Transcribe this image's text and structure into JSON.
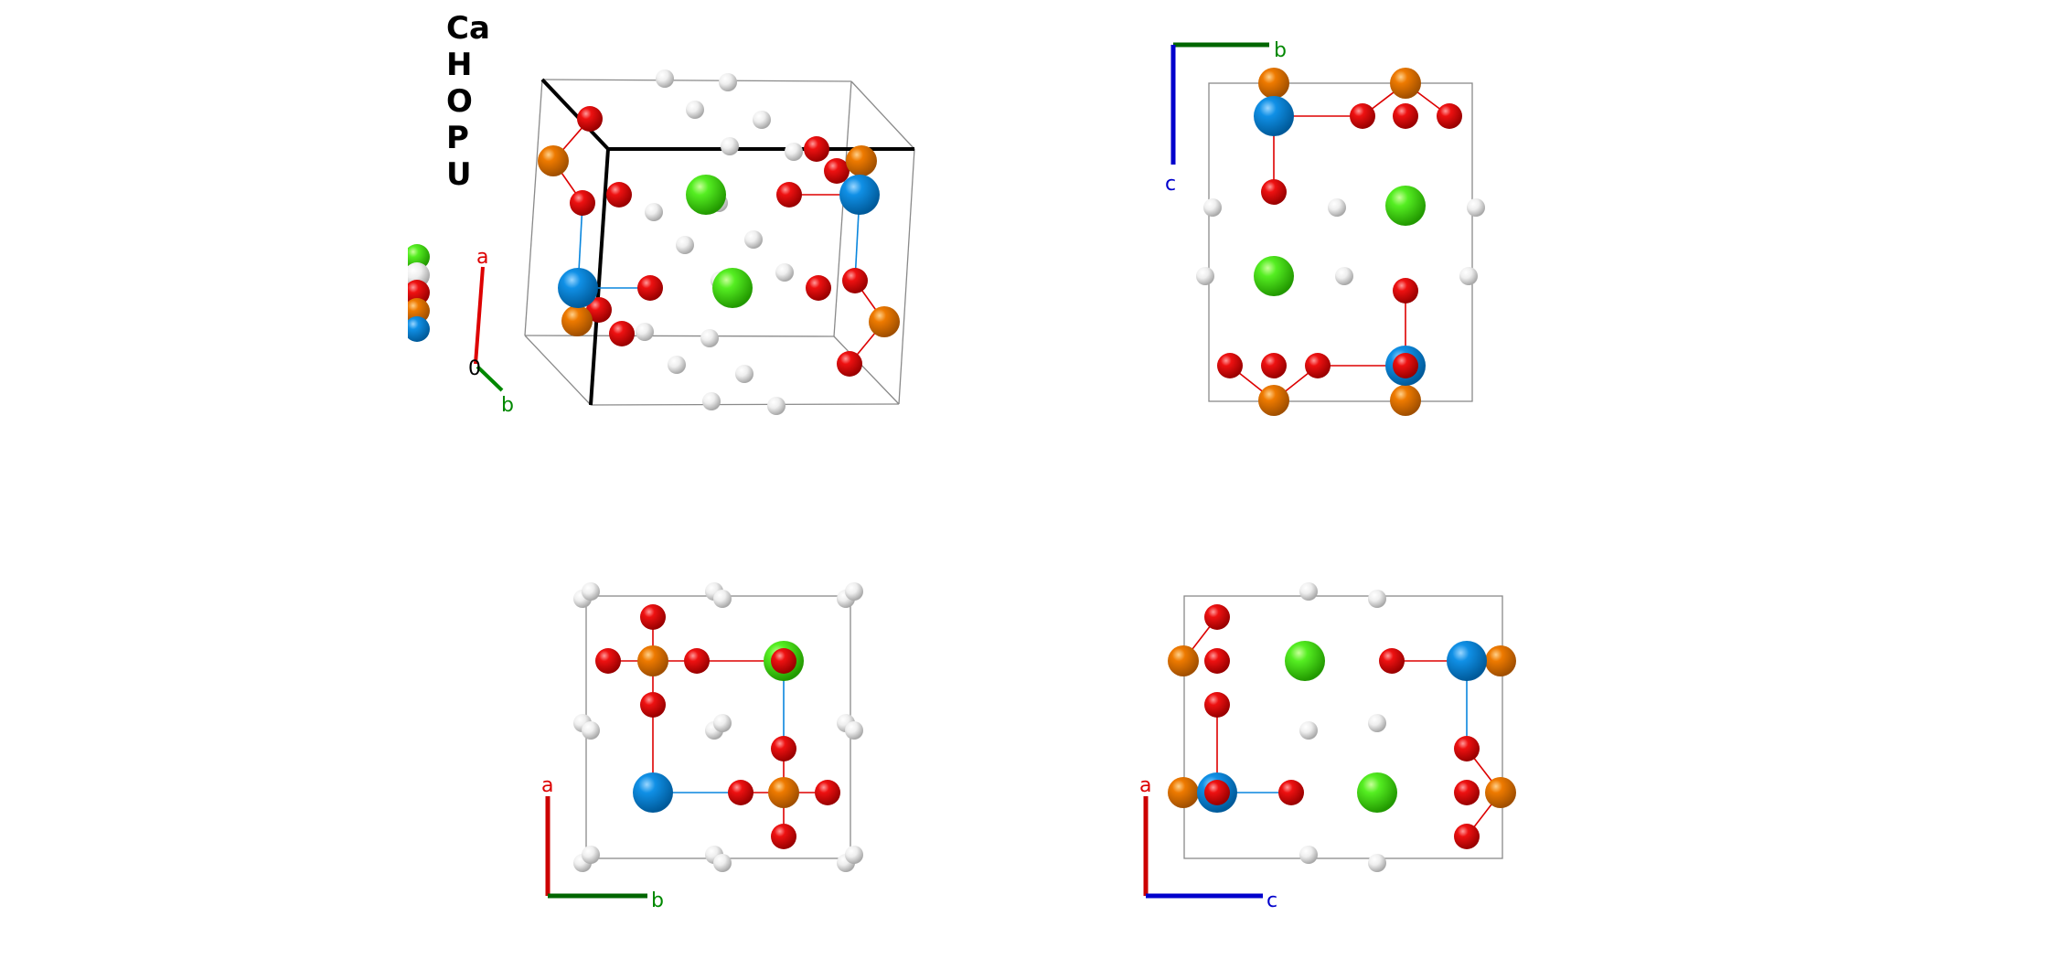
{
  "legend": {
    "elements": [
      {
        "symbol": "Ca",
        "color": "#33dd11"
      },
      {
        "symbol": "H",
        "color": "#f2f2f2"
      },
      {
        "symbol": "O",
        "color": "#ee0000"
      },
      {
        "symbol": "P",
        "color": "#ee7700"
      },
      {
        "symbol": "U",
        "color": "#0a86dd"
      }
    ]
  },
  "axes": {
    "a": {
      "label": "a",
      "color": "#dd0000"
    },
    "b": {
      "label": "b",
      "color": "#008800"
    },
    "c": {
      "label": "c",
      "color": "#0000cc"
    },
    "origin_label": "0"
  },
  "panels": [
    {
      "id": "perspective",
      "axes_labels": [
        "a",
        "b"
      ]
    },
    {
      "id": "view-along-a",
      "axes_labels": [
        "b",
        "c"
      ]
    },
    {
      "id": "view-along-c",
      "axes_labels": [
        "a",
        "b"
      ]
    },
    {
      "id": "view-along-b",
      "axes_labels": [
        "a",
        "c"
      ]
    }
  ]
}
